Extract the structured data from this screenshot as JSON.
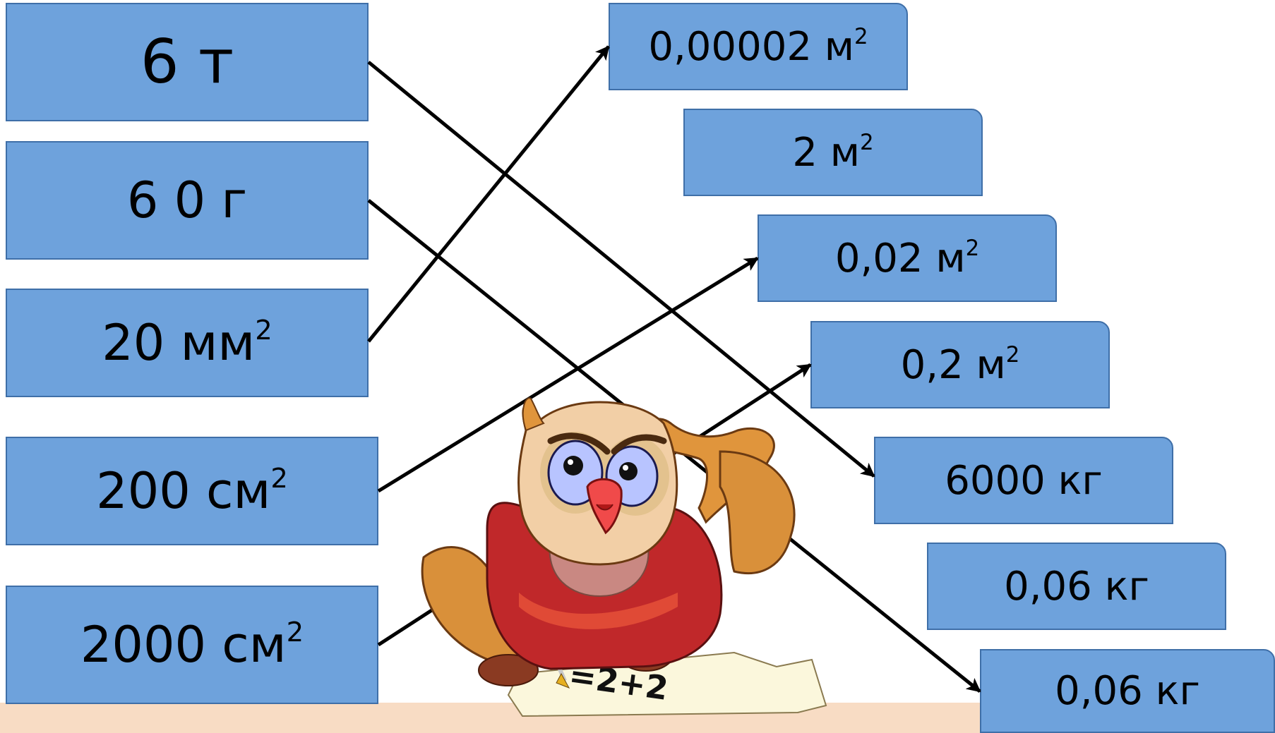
{
  "left_items": [
    {
      "text": "6 т",
      "sup": ""
    },
    {
      "text": "6 0 г",
      "sup": ""
    },
    {
      "text": "20 мм",
      "sup": "2"
    },
    {
      "text": "200 см",
      "sup": "2"
    },
    {
      "text": "2000 см",
      "sup": "2"
    }
  ],
  "right_items": [
    {
      "text": "0,00002 м",
      "sup": "2"
    },
    {
      "text": "2 м",
      "sup": "2"
    },
    {
      "text": "0,02 м",
      "sup": "2"
    },
    {
      "text": "0,2 м",
      "sup": "2"
    },
    {
      "text": "6000 кг",
      "sup": ""
    },
    {
      "text": "0,06 кг",
      "sup": ""
    },
    {
      "text": "0,06 кг",
      "sup": ""
    }
  ],
  "paper_text": "=2+2",
  "colors": {
    "box_fill": "#6ea2dc",
    "box_border": "#3f6fa8",
    "floor": "#f8dcc4",
    "arrow": "#000000"
  }
}
